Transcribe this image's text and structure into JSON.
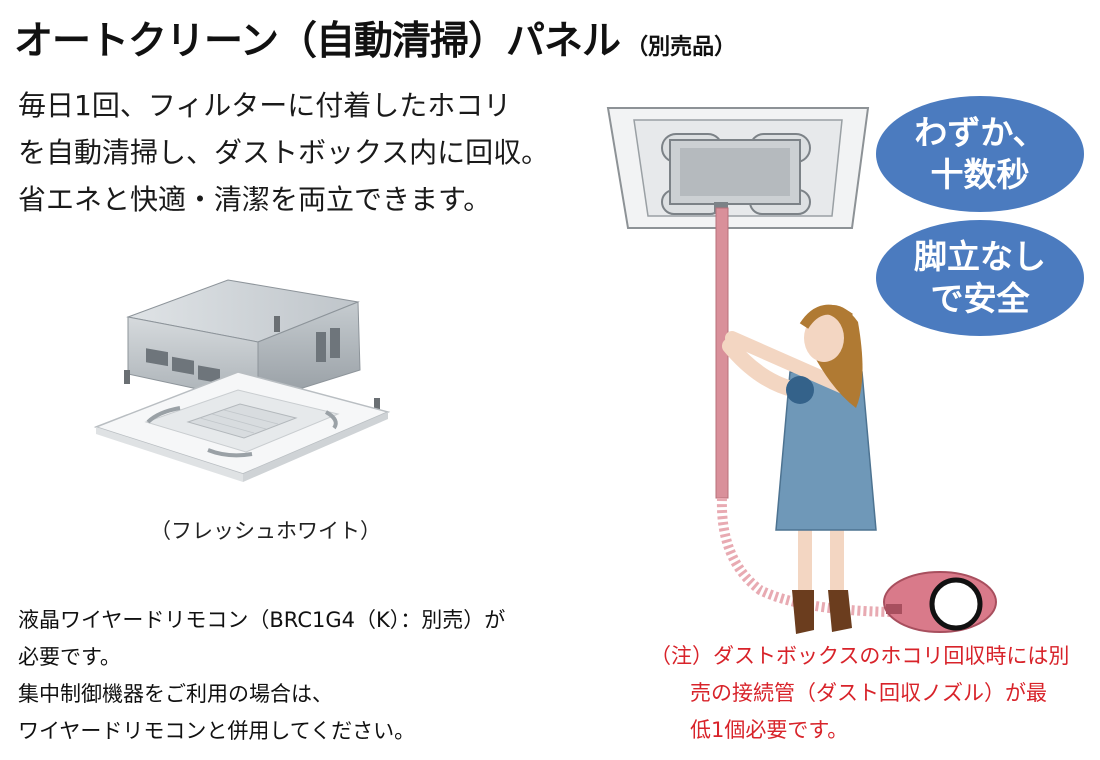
{
  "title": {
    "main": "オートクリーン（自動清掃）パネル",
    "sub": "（別売品）"
  },
  "lead_lines": [
    "毎日1回、フィルターに付着したホコリ",
    "を自動清掃し、ダストボックス内に回収。",
    "省エネと快適・清潔を両立できます。"
  ],
  "product_caption": "（フレッシュホワイト）",
  "notes_lines": [
    "液晶ワイヤードリモコン（BRC1G4（K）：別売）が",
    "必要です。",
    "集中制御機器をご利用の場合は、",
    "ワイヤードリモコンと併用してください。"
  ],
  "badges": [
    {
      "lines": [
        "わずか、",
        "十数秒"
      ]
    },
    {
      "lines": [
        "脚立なし",
        "で安全"
      ]
    }
  ],
  "warning_lines": [
    "（注）ダストボックスのホコリ回収時には別",
    "売の接続管（ダスト回収ノズル）が最",
    "低1個必要です。"
  ],
  "colors": {
    "badge": "#4b7bbf",
    "warning": "#d8232a",
    "hose": "#d9909a",
    "dress": "#6f98b8",
    "hair": "#b07a33"
  }
}
